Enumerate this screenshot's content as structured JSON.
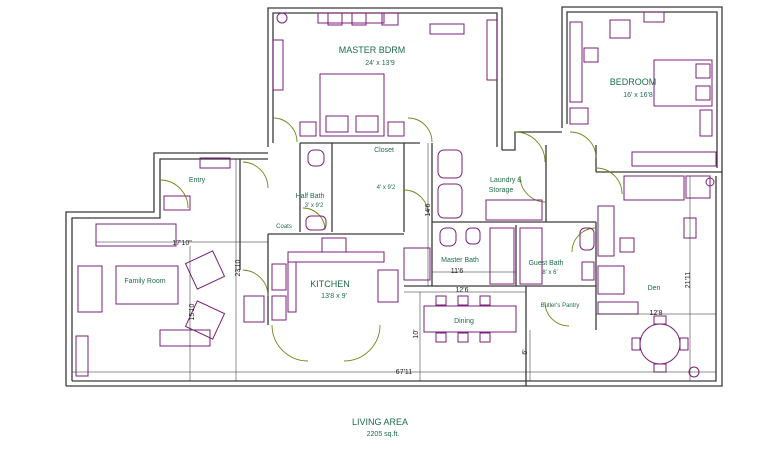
{
  "colors": {
    "wall": "#3a3a3a",
    "furniture": "#7a1f7a",
    "door": "#6b8a1a",
    "label": "#1d6b4a",
    "dimension": "#222222"
  },
  "rooms": {
    "master_bdrm": {
      "name": "MASTER BDRM",
      "size": "24' x 13'9"
    },
    "bedroom": {
      "name": "BEDROOM",
      "size": "16' x 16'8"
    },
    "entry": {
      "name": "Entry"
    },
    "half_bath": {
      "name": "Half Bath",
      "size": "3' x 9'2"
    },
    "closet": {
      "name": "Closet",
      "size": "4' x 9'2"
    },
    "laundry": {
      "name": "Laundry &",
      "name2": "Storage"
    },
    "coats": {
      "name": "Coats"
    },
    "kitchen": {
      "name": "KITCHEN",
      "size": "13'8 x 9'"
    },
    "family_room": {
      "name": "Family Room"
    },
    "master_bath": {
      "name": "Master Bath"
    },
    "guest_bath": {
      "name": "Guest Bath",
      "size": "8' x 6'"
    },
    "den": {
      "name": "Den"
    },
    "dining": {
      "name": "Dining"
    },
    "butlers_pantry": {
      "name": "Butler's Pantry"
    }
  },
  "dimensions": {
    "family_width": "17'10\"",
    "total_depth": "23'10",
    "family_depth": "15'10",
    "kitchen_side": "14'6",
    "master_bath_w": "11'6",
    "dining_w": "12'6",
    "dining_d": "10'",
    "den_w": "12'8",
    "den_depth": "21'11",
    "pantry_d": "6'",
    "total_width": "67'11"
  },
  "footer": {
    "title": "LIVING AREA",
    "area": "2205 sq.ft."
  }
}
